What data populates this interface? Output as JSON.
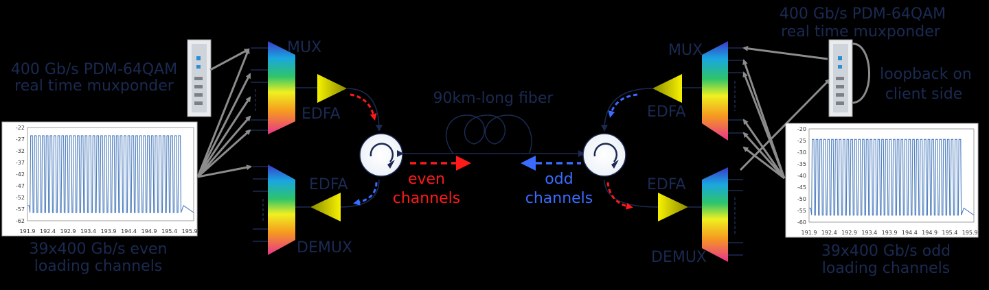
{
  "left": {
    "transponder_label": [
      "400 Gb/s PDM-64QAM",
      "real time muxponder"
    ],
    "mux_label": "MUX",
    "demux_label": "DEMUX",
    "edfa_top": "EDFA",
    "edfa_bottom": "EDFA",
    "loading_label": [
      "39x400 Gb/s even",
      "loading channels"
    ]
  },
  "right": {
    "transponder_label": [
      "400 Gb/s PDM-64QAM",
      "real time muxponder"
    ],
    "loopback_label": [
      "loopback on",
      "client side"
    ],
    "mux_label": "MUX",
    "demux_label": "DEMUX",
    "edfa_top": "EDFA",
    "edfa_bottom": "EDFA",
    "loading_label": [
      "39x400 Gb/s odd",
      "loading channels"
    ]
  },
  "center": {
    "fiber_label": "90km-long fiber",
    "even_label": [
      "even",
      "channels"
    ],
    "odd_label": [
      "odd",
      "channels"
    ]
  },
  "colors": {
    "text": "#1b2a52",
    "even_arrow": "#ff1a1a",
    "odd_arrow": "#3a6cff",
    "fiber": "#1b2a52",
    "gray_arrows": "#8c8c8c",
    "spectrum_line": "#4f7fbf"
  },
  "chart_data": [
    {
      "type": "line",
      "name": "even loading channels spectrum",
      "x_ticks": [
        "191.9",
        "192.4",
        "192.9",
        "193.4",
        "193.9",
        "194.4",
        "194.9",
        "195.4",
        "195.9"
      ],
      "y_ticks": [
        "-22",
        "-27",
        "-32",
        "-37",
        "-42",
        "-47",
        "-52",
        "-57",
        "-62"
      ],
      "xlim": [
        191.9,
        196.0
      ],
      "ylim": [
        -62,
        -22
      ],
      "channel_count": 39,
      "peak": -25.5,
      "floor": -58.5,
      "grid": false
    },
    {
      "type": "line",
      "name": "odd loading channels spectrum",
      "x_ticks": [
        "191.9",
        "192.4",
        "192.9",
        "193.4",
        "193.9",
        "194.4",
        "194.9",
        "195.4",
        "195.9"
      ],
      "y_ticks": [
        "-20",
        "-25",
        "-30",
        "-35",
        "-40",
        "-45",
        "-50",
        "-55",
        "-60"
      ],
      "xlim": [
        191.9,
        196.0
      ],
      "ylim": [
        -60,
        -20
      ],
      "channel_count": 39,
      "peak": -24.5,
      "floor": -57,
      "grid": false
    }
  ]
}
